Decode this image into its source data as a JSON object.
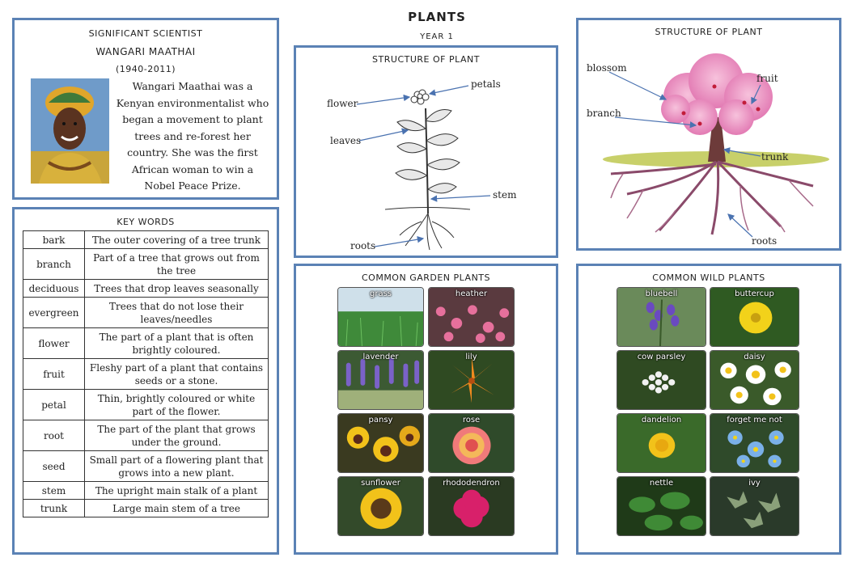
{
  "page": {
    "title": "PLANTS",
    "subtitle": "YEAR 1"
  },
  "scientist": {
    "heading": "SIGNIFICANT SCIENTIST",
    "name": "WANGARI MAATHAI",
    "dates": "(1940-2011)",
    "bio": "Wangari Maathai was a Kenyan environmentalist who began a movement to plant trees and re-forest her country. She was the first African woman to win a Nobel Peace Prize."
  },
  "keywords": {
    "heading": "KEY WORDS",
    "rows": [
      {
        "word": "bark",
        "def": "The outer covering of a tree trunk"
      },
      {
        "word": "branch",
        "def": "Part of a tree that grows out from the tree"
      },
      {
        "word": "deciduous",
        "def": "Trees that drop leaves seasonally"
      },
      {
        "word": "evergreen",
        "def": "Trees that do not lose their leaves/needles"
      },
      {
        "word": "flower",
        "def": "The part of a plant that is often brightly coloured."
      },
      {
        "word": "fruit",
        "def": "Fleshy part of a plant that contains seeds or a stone."
      },
      {
        "word": "petal",
        "def": "Thin, brightly coloured or white part of the flower."
      },
      {
        "word": "root",
        "def": "The part of the plant that grows under the ground."
      },
      {
        "word": "seed",
        "def": "Small part of a flowering plant that grows into a new plant."
      },
      {
        "word": "stem",
        "def": "The upright main stalk of a plant"
      },
      {
        "word": "trunk",
        "def": "Large main stem of a tree"
      }
    ]
  },
  "structure_plant": {
    "heading": "STRUCTURE OF PLANT",
    "labels": {
      "flower": "flower",
      "petals": "petals",
      "leaves": "leaves",
      "stem": "stem",
      "roots": "roots"
    }
  },
  "structure_tree": {
    "heading": "STRUCTURE OF PLANT",
    "labels": {
      "blossom": "blossom",
      "fruit": "fruit",
      "branch": "branch",
      "trunk": "trunk",
      "roots": "roots"
    }
  },
  "garden": {
    "heading": "COMMON GARDEN PLANTS",
    "items": [
      "grass",
      "heather",
      "lavender",
      "lily",
      "pansy",
      "rose",
      "sunflower",
      "rhododendron"
    ]
  },
  "wild": {
    "heading": "COMMON WILD PLANTS",
    "items": [
      "bluebell",
      "buttercup",
      "cow parsley",
      "daisy",
      "dandelion",
      "forget me not",
      "nettle",
      "ivy"
    ]
  },
  "colors": {
    "panel_border": "#5b82b5",
    "arrow": "#4a72b0"
  }
}
